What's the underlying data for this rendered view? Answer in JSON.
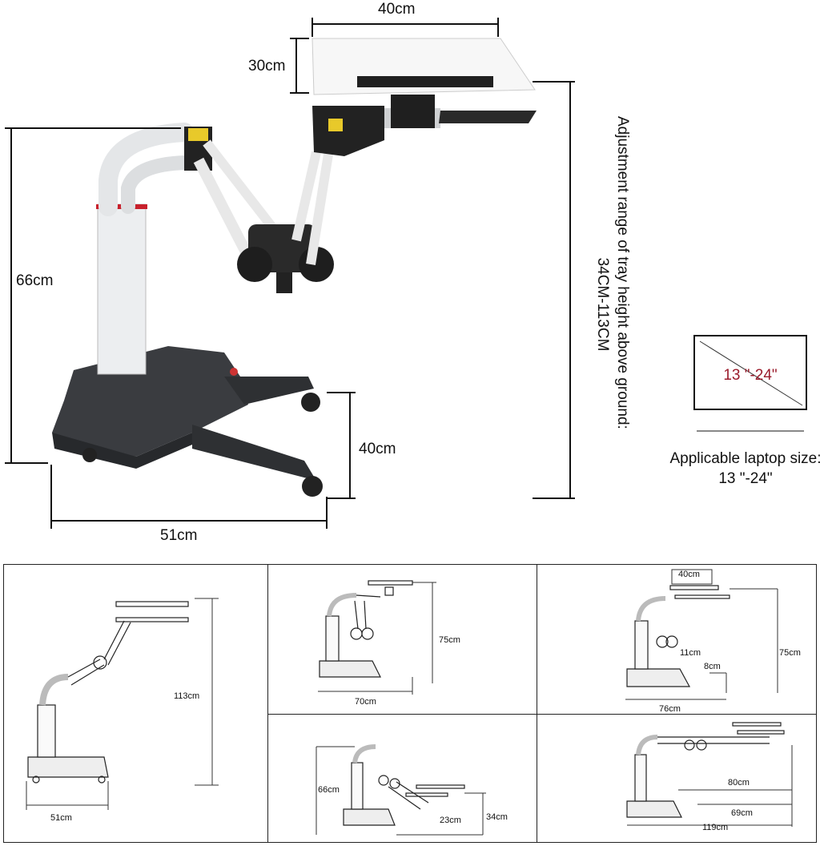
{
  "top": {
    "width_label": "40cm",
    "depth_label": "30cm",
    "height_label": "66cm",
    "leg_height_label": "40cm",
    "base_width_label": "51cm",
    "adjust_line1": "Adjustment range of tray height above ground:",
    "adjust_line2": "34CM-113CM"
  },
  "laptop": {
    "box_label": "13 \"-24\"",
    "caption": "Applicable laptop size: 13 \"-24\""
  },
  "panels": {
    "p1": {
      "height": "113cm",
      "base": "51cm"
    },
    "p2": {
      "height": "75cm",
      "width": "70cm"
    },
    "p3": {
      "top": "40cm",
      "height": "75cm",
      "gap": "11cm",
      "step": "8cm",
      "width": "76cm"
    },
    "p4": {
      "height": "66cm",
      "low": "34cm",
      "reach": "23cm"
    },
    "p5": {
      "reach": "80cm",
      "inner": "69cm",
      "width": "119cm"
    }
  },
  "colors": {
    "accent": "#9b1c2c",
    "base": "#3a3c40",
    "pole": "#eceef0"
  }
}
